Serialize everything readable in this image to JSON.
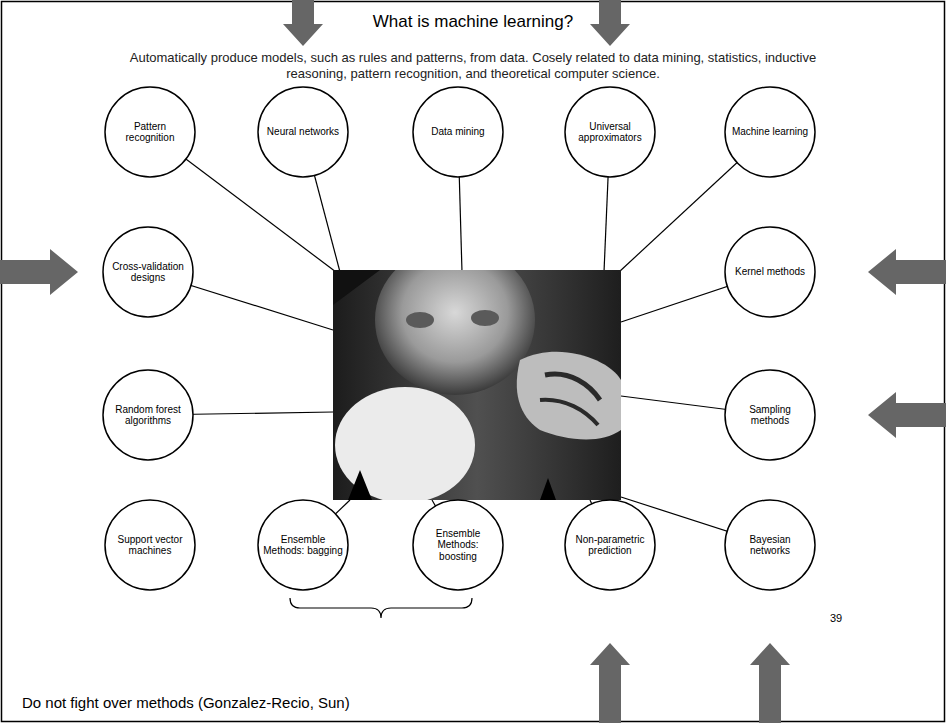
{
  "diagram": {
    "title": "What is machine learning?",
    "nodes": [
      {
        "text": [
          "Pattern recognition"
        ]
      },
      {
        "text": [
          "Neural networks"
        ]
      },
      {
        "text": [
          "Data mining"
        ]
      },
      {
        "text": [
          "Universal approximators"
        ]
      },
      {
        "text": [
          "Machine learning"
        ]
      },
      {
        "text": [
          "Cross-validation designs"
        ]
      },
      {
        "text": [
          "Kernel methods"
        ]
      },
      {
        "text": [
          "Random forest algorithms"
        ]
      },
      {
        "text": [
          "Sampling methods"
        ]
      },
      {
        "text": [
          "Support vector machines"
        ]
      },
      {
        "text": [
          "Ensemble Methods: bagging"
        ]
      },
      {
        "text": [
          "Ensemble Methods: boosting"
        ]
      },
      {
        "text": [
          "Non-parametric prediction"
        ]
      },
      {
        "text": [
          "Bayesian networks"
        ]
      }
    ],
    "labels": [
      "Automatically produce models, such as rules and patterns, from data. Cosely related to data mining, statistics, inductive reasoning, pattern recognition, and theoretical computer science.",
      "Do not fight over methods (Gonzalez-Recio, Sun)",
      "39"
    ]
  }
}
